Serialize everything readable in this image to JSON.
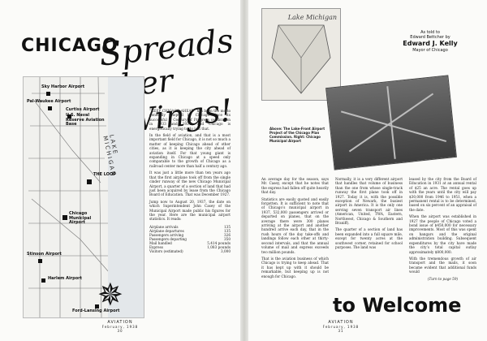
{
  "left": {
    "headline": "CHICAGO",
    "script_lines": [
      "Spreads",
      "her Wings!"
    ],
    "map": {
      "labels": [
        {
          "text": "Sky Harbor Airport",
          "name": "map-label-sky-harbor"
        },
        {
          "text": "Pal-Waukee Airport",
          "name": "map-label-pal-waukee"
        },
        {
          "text": "Curtiss Airport",
          "name": "map-label-curtiss"
        },
        {
          "text": "U.S. Naval Reserve Aviation Base",
          "name": "map-label-naval"
        },
        {
          "text": "THE LOOP",
          "name": "map-label-loop"
        },
        {
          "text": "Chicago Municipal Airport",
          "name": "map-label-municipal"
        },
        {
          "text": "Stinson Airport",
          "name": "map-label-stinson"
        },
        {
          "text": "Harlem Airport",
          "name": "map-label-harlem"
        },
        {
          "text": "Ford-Lansing Airport",
          "name": "map-label-ford-lansing"
        }
      ],
      "lake_label": "LAKE MICHIGAN"
    },
    "body_paragraphs": [
      "“KEEP CHICAGO AHEAD” has been the motto generally adopted by Chicago since its successful A Century of Progress celebration in 1933 and 1934. And Chicago is energetically trying to do just that.",
      "In the field of aviation, and that is a most important field for Chicago, it is not so much a matter of keeping Chicago ahead of other cities, as it is keeping the city ahead of aviation itself. For that young giant is expanding in Chicago at a speed only comparable to the growth of Chicago as a railroad center more than half a century ago.",
      "It was just a little more than ten years ago that the first airplane took off from the single cinder runway of the new Chicago Municipal Airport, a quarter of a section of land that had just been acquired by lease from the Chicago Board of Education. That was December 1927.",
      "Jump now to August 20, 1937, the date on which Superintendent John Casey of the Municipal Airport made public his figures for the year. Here are the municipal airport statistics. It reads:"
    ],
    "stats": [
      {
        "label": "Airplane arrivals",
        "value": "135"
      },
      {
        "label": "Airplane departures",
        "value": "135"
      },
      {
        "label": "Passengers arriving",
        "value": "326"
      },
      {
        "label": "Passengers departing",
        "value": "350"
      },
      {
        "label": "Mail handled",
        "value": "5,414 pounds"
      },
      {
        "label": "Express",
        "value": "1,083 pounds"
      },
      {
        "label": "Visitors (estimated)",
        "value": "3,000"
      }
    ],
    "folio": {
      "magazine": "AVIATION",
      "date": "February, 1938",
      "page": "30"
    }
  },
  "right": {
    "plan_lake_label": "Lake Michigan",
    "caption": "Above: The Lake-Front Airport Project of the Chicago Plan Commission. Right: Chicago Municipal Airport",
    "told_to": "As told to",
    "told_by_line": "Edward Bettcher by",
    "author": "Edward J. Kelly",
    "author_title": "Mayor of Chicago",
    "columns": [
      [
        "An average day for the season, says Mr. Casey, except that he notes that the express had fallen off quite heavily that day.",
        "Statistics are easily quoted and easily forgotten. It is sufficient to note that of Chicago’s municipal airport in 1937, 532,000 passengers arrived or departed on planes, that on the average there were 300 planes arriving at the airport and another hundred arrive each day, that in the rush hours of the day take-offs and landings follow each other at thirty-second intervals, and that the annual volume of mail and express exceeds two million pounds.",
        "That is the aviation business of which Chicago is trying to keep ahead. That it has kept up with it should be remarkable, but keeping up is not enough for Chicago."
      ],
      [
        "Normally, it is a very different airport that handles that volume of business than the one from whose single-track runway the first plane took off in 1927. Today it is, with the possible exception of Newark, the busiest airport in America. It is the only one serving seven transport air lines (American, United, TWA, Eastern, Northwest, Chicago & Southern and Braniff).",
        "The quarter of a section of land has been expanded into a full square mile, except for twenty acres at the southwest corner, retained for school purposes. The land was"
      ],
      [
        "leased by the city from the Board of Education in 1931 at an annual rental of $25 an acre. The rental goes up with the years until the city will pay $30,000 from 1946 to 1951, when a permanent rental is to be determined, based on six percent of an appraisal of the date.",
        "When the airport was established in 1927 the people of Chicago voted a bond issue of $450,000 for necessary improvements. Most of this was spent on hangars and the original administration building. Subsequent expenditures by the city have made the city’s total capital outlay approximately $800,000.",
        "With the tremendous growth of air transport and the mails, it soon became evident that additional funds would",
        "(Turn to page 59)"
      ]
    ],
    "title_word": "to Welcome",
    "folio": {
      "magazine": "AVIATION",
      "date": "February, 1938",
      "page": "31"
    }
  }
}
